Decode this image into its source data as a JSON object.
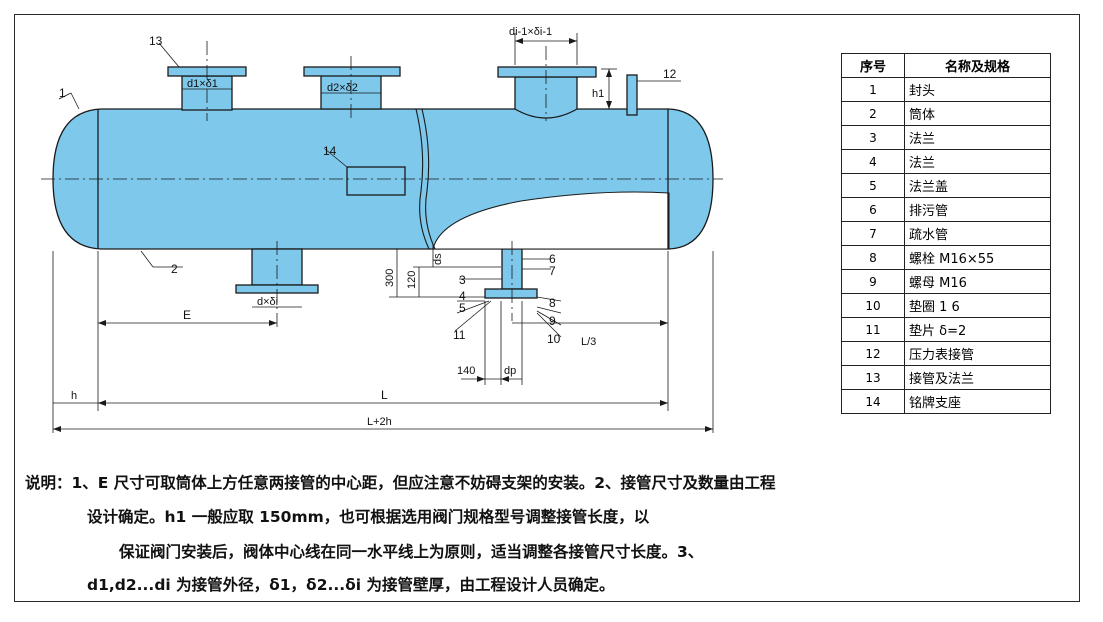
{
  "colors": {
    "vessel_fill": "#7ec8ec",
    "outline": "#1a1a1a",
    "frame": "#2a2a2a"
  },
  "diagram": {
    "part_callouts": [
      "1",
      "2",
      "3",
      "4",
      "5",
      "6",
      "7",
      "8",
      "9",
      "10",
      "11",
      "12",
      "13",
      "14"
    ],
    "dimension_labels": {
      "pipe_top_left": "d1×δ1",
      "pipe_top_middle": "d2×δ2",
      "pipe_top_right": "di-1×δi-1",
      "pipe_bottom": "d×δi",
      "h1": "h1",
      "E": "E",
      "h": "h",
      "L": "L",
      "L_plus_2h": "L+2h",
      "L_over_3": "L/3",
      "dim_300": "300",
      "dim_120": "120",
      "dim_140": "140",
      "dp": "dp",
      "ds": "ds"
    }
  },
  "parts_table": {
    "headers": [
      "序号",
      "名称及规格"
    ],
    "rows": [
      {
        "num": "1",
        "name": "封头"
      },
      {
        "num": "2",
        "name": "筒体"
      },
      {
        "num": "3",
        "name": "法兰"
      },
      {
        "num": "4",
        "name": "法兰"
      },
      {
        "num": "5",
        "name": "法兰盖"
      },
      {
        "num": "6",
        "name": "排污管"
      },
      {
        "num": "7",
        "name": "疏水管"
      },
      {
        "num": "8",
        "name": "螺栓 M16×55"
      },
      {
        "num": "9",
        "name": "螺母 M16"
      },
      {
        "num": "10",
        "name": "垫圈 1 6"
      },
      {
        "num": "11",
        "name": "垫片 δ=2"
      },
      {
        "num": "12",
        "name": "压力表接管"
      },
      {
        "num": "13",
        "name": "接管及法兰"
      },
      {
        "num": "14",
        "name": "铭牌支座"
      }
    ]
  },
  "notes": {
    "line1": "说明：1、E 尺寸可取筒体上方任意两接管的中心距，但应注意不妨碍支架的安装。2、接管尺寸及数量由工程",
    "line2": "设计确定。h1 一般应取 150mm，也可根据选用阀门规格型号调整接管长度，以",
    "line3": "保证阀门安装后，阀体中心线在同一水平线上为原则，适当调整各接管尺寸长度。3、",
    "line4": "d1,d2...di 为接管外径，δ1，δ2...δi 为接管壁厚，由工程设计人员确定。"
  }
}
